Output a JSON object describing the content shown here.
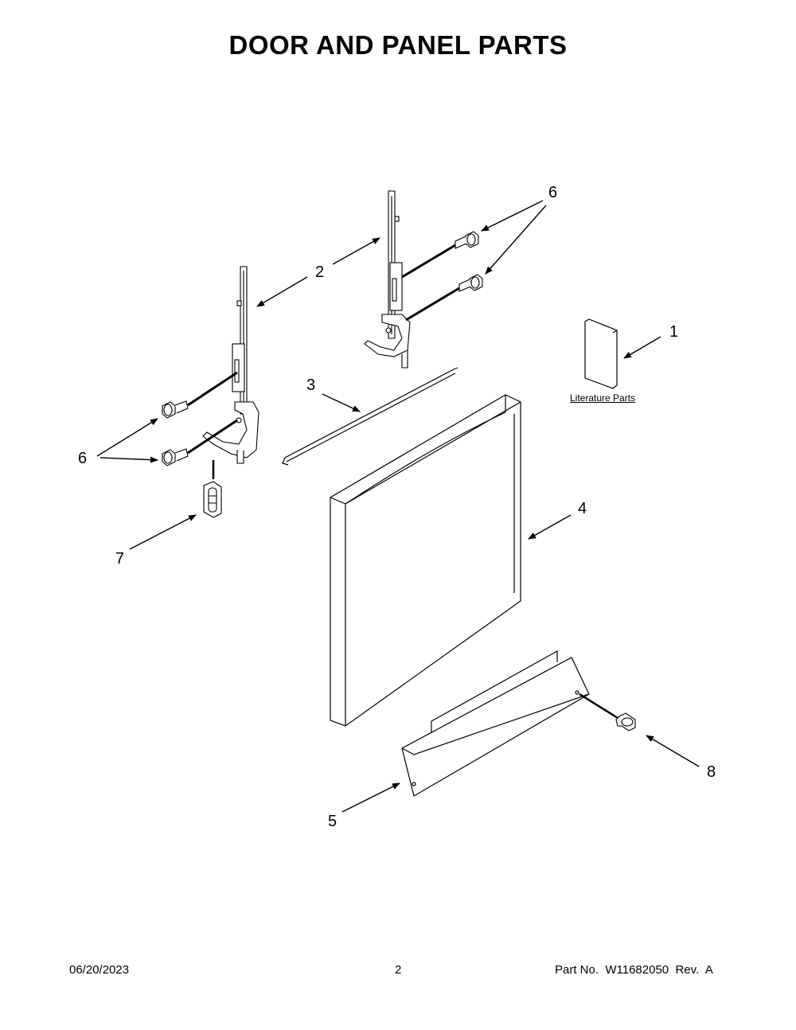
{
  "title": "DOOR AND PANEL PARTS",
  "callouts": {
    "c1": "1",
    "c2": "2",
    "c3": "3",
    "c4": "4",
    "c5": "5",
    "c6_top": "6",
    "c6_left": "6",
    "c7": "7",
    "c8": "8"
  },
  "literature_label": "Literature Parts",
  "footer": {
    "date": "06/20/2023",
    "page": "2",
    "part_no": "Part No.  W11682050  Rev.  A"
  }
}
